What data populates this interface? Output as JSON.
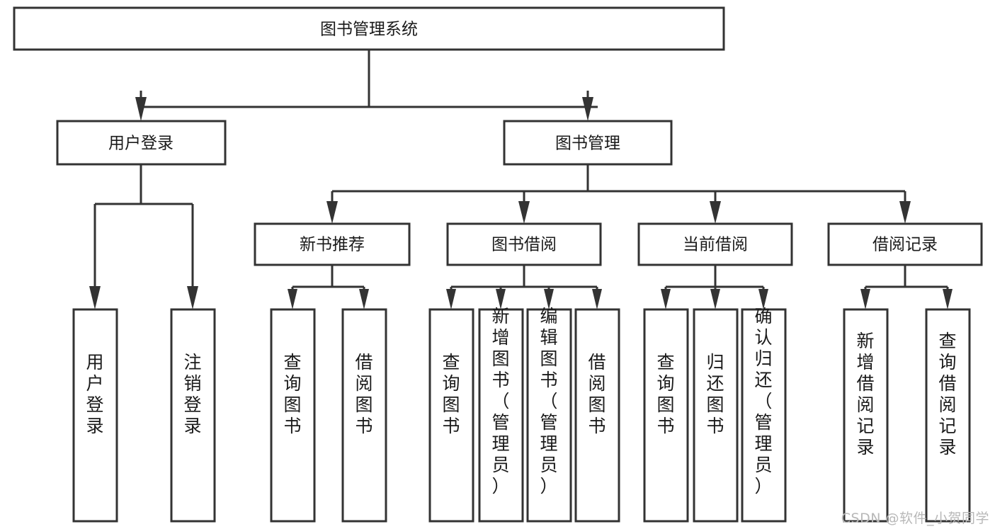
{
  "diagram": {
    "type": "tree-hierarchy",
    "title": "图书管理系统",
    "root": {
      "id": "root",
      "label": "图书管理系统",
      "level": 0
    },
    "level2": [
      {
        "id": "user-login",
        "label": "用户登录"
      },
      {
        "id": "book-management",
        "label": "图书管理"
      }
    ],
    "level3": [
      {
        "id": "new-book-recommend",
        "label": "新书推荐",
        "parent": "book-management"
      },
      {
        "id": "book-borrow",
        "label": "图书借阅",
        "parent": "book-management"
      },
      {
        "id": "current-borrow",
        "label": "当前借阅",
        "parent": "book-management"
      },
      {
        "id": "borrow-record",
        "label": "借阅记录",
        "parent": "book-management"
      }
    ],
    "leaves": [
      {
        "id": "leaf-user-login",
        "label": "用户登录",
        "parent": "user-login"
      },
      {
        "id": "leaf-user-logout",
        "label": "注销登录",
        "parent": "user-login"
      },
      {
        "id": "leaf-query-book-1",
        "label": "查询图书",
        "parent": "new-book-recommend"
      },
      {
        "id": "leaf-borrow-book-1",
        "label": "借阅图书",
        "parent": "new-book-recommend"
      },
      {
        "id": "leaf-query-book-2",
        "label": "查询图书",
        "parent": "book-borrow"
      },
      {
        "id": "leaf-add-book",
        "label": "新增图书（管理员）",
        "parent": "book-borrow"
      },
      {
        "id": "leaf-edit-book",
        "label": "编辑图书（管理员）",
        "parent": "book-borrow"
      },
      {
        "id": "leaf-borrow-book-2",
        "label": "借阅图书",
        "parent": "book-borrow"
      },
      {
        "id": "leaf-query-book-3",
        "label": "查询图书",
        "parent": "current-borrow"
      },
      {
        "id": "leaf-return-book",
        "label": "归还图书",
        "parent": "current-borrow"
      },
      {
        "id": "leaf-confirm-return",
        "label": "确认归还（管理员）",
        "parent": "current-borrow"
      },
      {
        "id": "leaf-add-record",
        "label": "新增借阅记录",
        "parent": "borrow-record"
      },
      {
        "id": "leaf-query-record",
        "label": "查询借阅记录",
        "parent": "borrow-record"
      }
    ],
    "colors": {
      "stroke": "#333333",
      "fill": "#ffffff",
      "text": "#1a1a1a",
      "background": "#ffffff",
      "watermark": "#b8b8b8"
    }
  },
  "watermark": {
    "text": "CSDN @软件_小贺同学"
  }
}
